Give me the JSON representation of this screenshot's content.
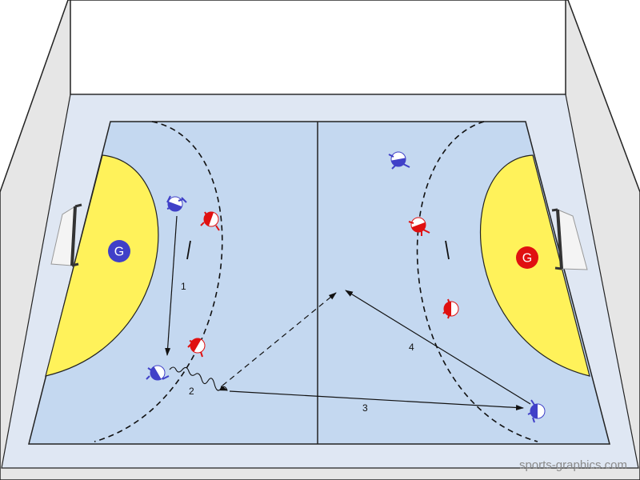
{
  "colors": {
    "court": "#c4d8f0",
    "goal_area": "#fff25a",
    "hall_floor": "#e6e6e6",
    "hall_wall": "#f5f5f5",
    "team_blue": "#4040c8",
    "team_red": "#e01010",
    "line": "#111111"
  },
  "goalkeepers": {
    "left": {
      "label": "G",
      "team": "blue"
    },
    "right": {
      "label": "G",
      "team": "red"
    }
  },
  "actions": {
    "a1": "1",
    "a2": "2",
    "a3": "3",
    "a4": "4"
  },
  "watermark": "sports-graphics.com",
  "icons": [
    "goal-net-icon",
    "player-marker-icon",
    "dribble-squiggle-icon",
    "pass-arrow-icon"
  ]
}
